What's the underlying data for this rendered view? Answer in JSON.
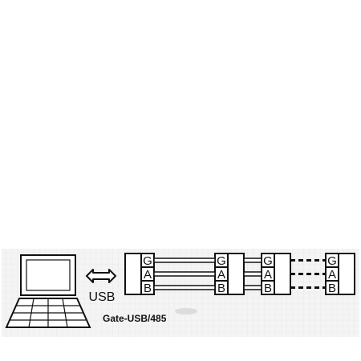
{
  "diagram": {
    "usb_label": "USB",
    "gateway_label": "Gate-USB/485",
    "terminal_labels": [
      "G",
      "A",
      "B"
    ],
    "colors": {
      "line": "#111111",
      "background_panel": "#f4f4f4",
      "grid": "#e2e2e2",
      "page": "#ffffff"
    }
  }
}
